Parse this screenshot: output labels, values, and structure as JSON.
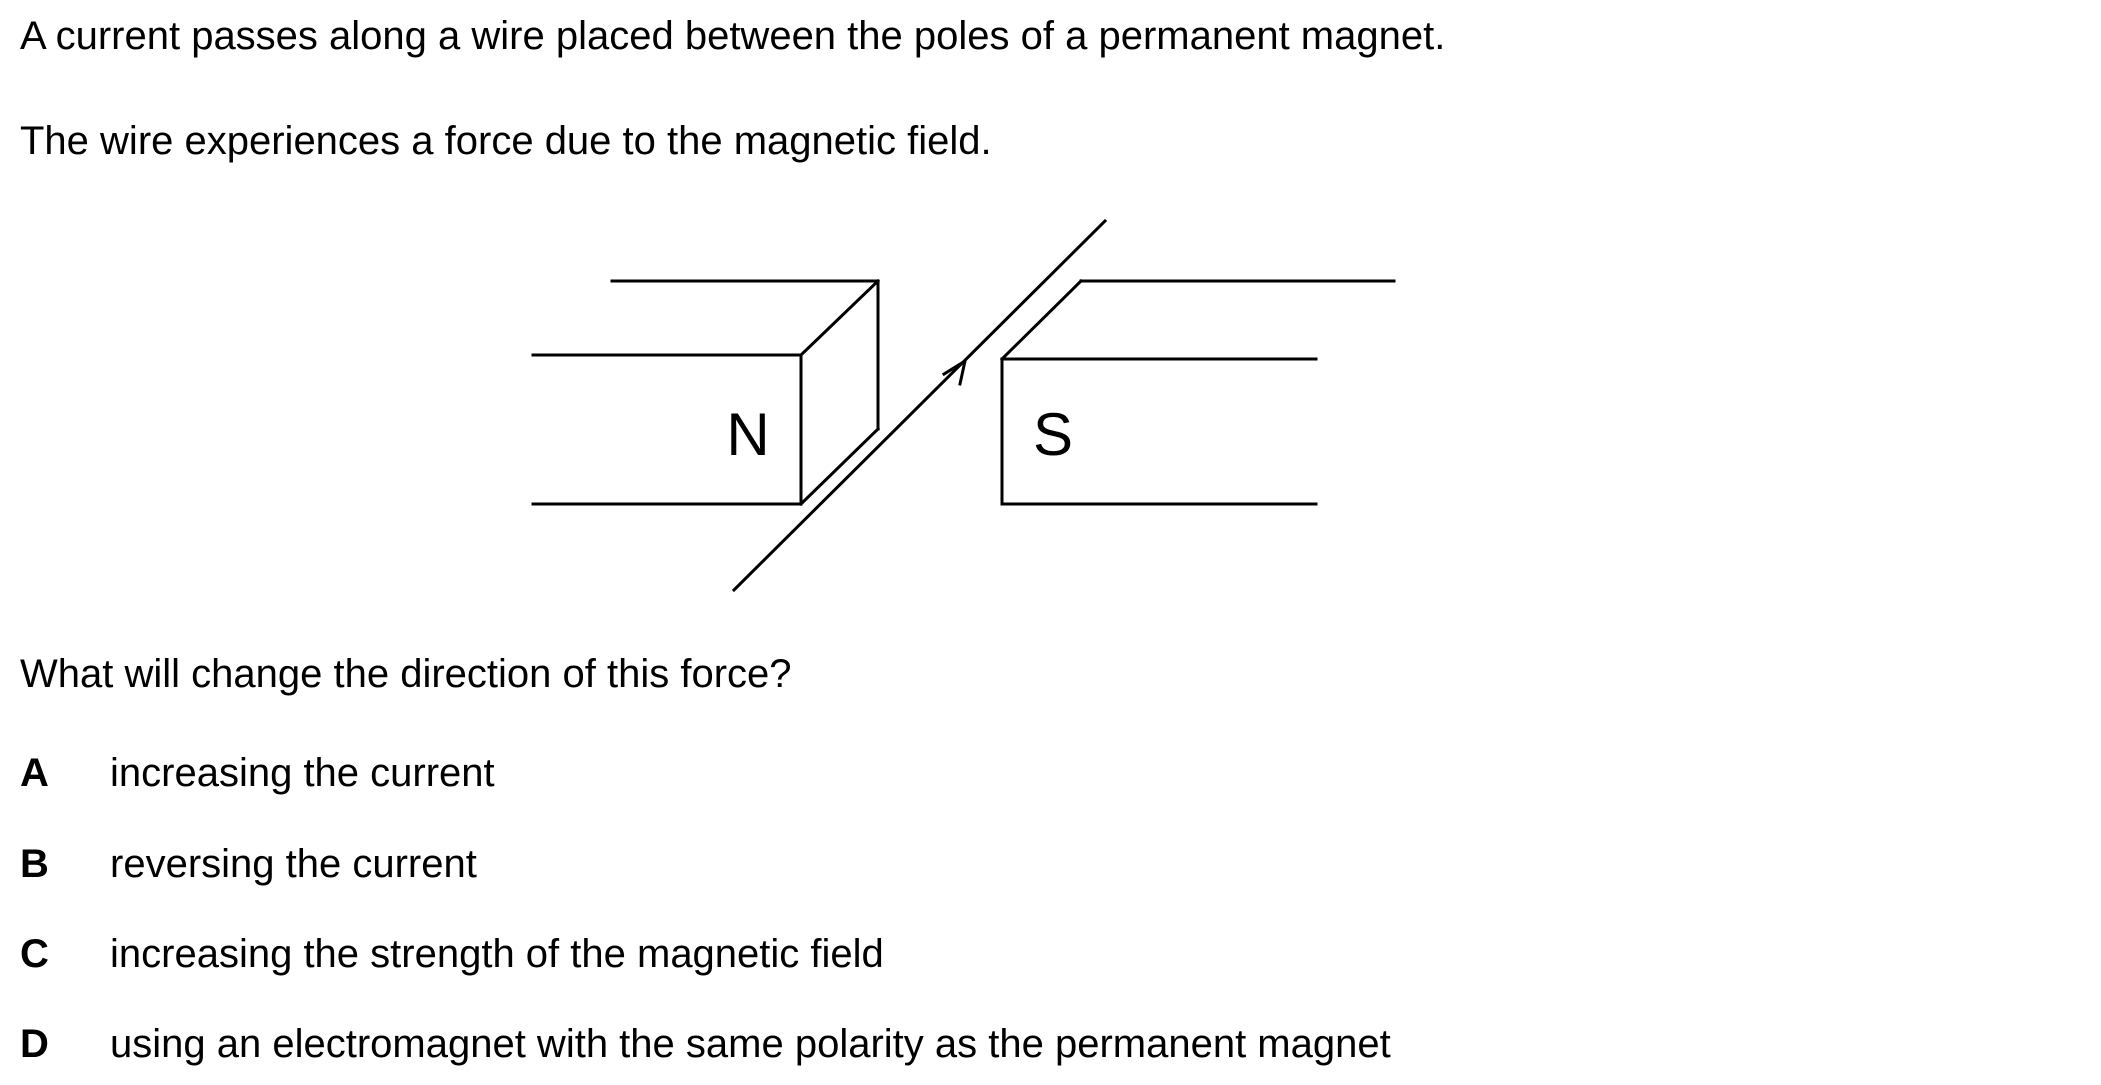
{
  "stem": [
    "A current passes along a wire placed between the poles of a permanent magnet.",
    "The wire experiences a force due to the magnetic field."
  ],
  "diagram": {
    "north_label": "N",
    "south_label": "S"
  },
  "question": "What will change the direction of this force?",
  "options": [
    {
      "letter": "A",
      "text": "increasing the current"
    },
    {
      "letter": "B",
      "text": "reversing the current"
    },
    {
      "letter": "C",
      "text": "increasing the strength of the magnetic field"
    },
    {
      "letter": "D",
      "text": "using an electromagnet with the same polarity as the permanent magnet"
    }
  ]
}
